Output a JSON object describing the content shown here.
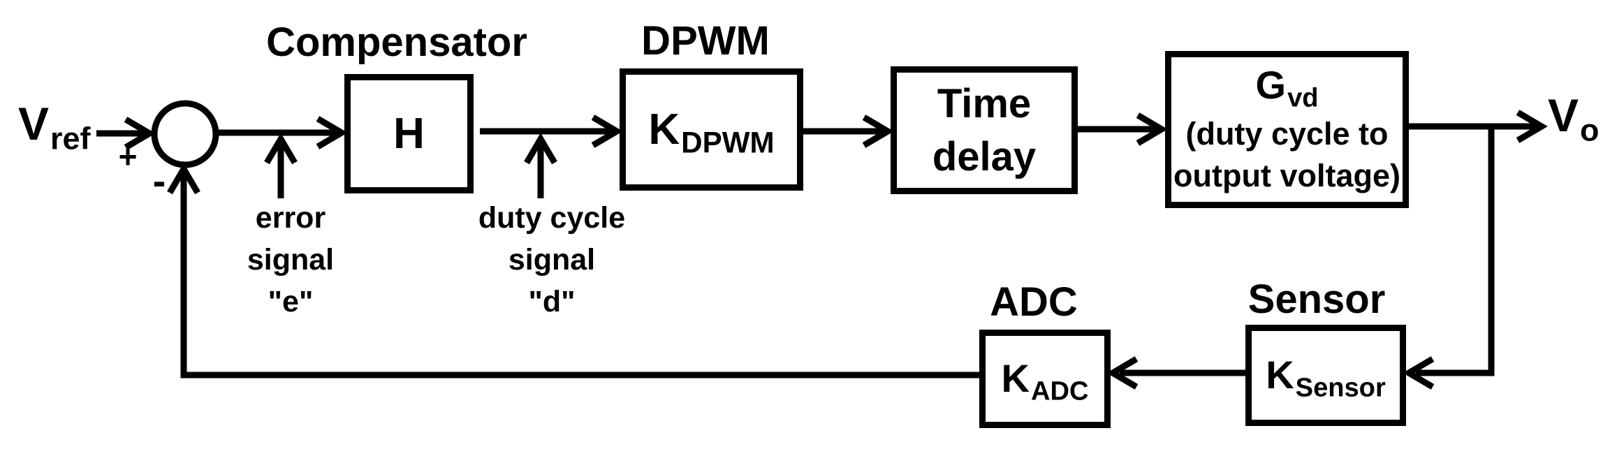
{
  "colors": {
    "ink": "#000000",
    "background": "#ffffff"
  },
  "signals": {
    "vref": {
      "base": "V",
      "sub": "ref"
    },
    "vo": {
      "base": "V",
      "sub": "o"
    },
    "plus": "+",
    "minus": "-",
    "error": {
      "line1": "error",
      "line2": "signal",
      "line3": "\"e\""
    },
    "duty": {
      "line1": "duty cycle",
      "line2": "signal",
      "line3": "\"d\""
    }
  },
  "blocks": {
    "compensator": {
      "title": "Compensator",
      "label": "H"
    },
    "dpwm": {
      "title": "DPWM",
      "base": "K",
      "sub": "DPWM"
    },
    "time_delay": {
      "line1": "Time",
      "line2": "delay"
    },
    "gvd": {
      "base": "G",
      "sub": "vd",
      "desc1": "(duty cycle to",
      "desc2": "output voltage)"
    },
    "adc": {
      "title": "ADC",
      "base": "K",
      "sub": "ADC"
    },
    "sensor": {
      "title": "Sensor",
      "base": "K",
      "sub": "Sensor"
    }
  }
}
